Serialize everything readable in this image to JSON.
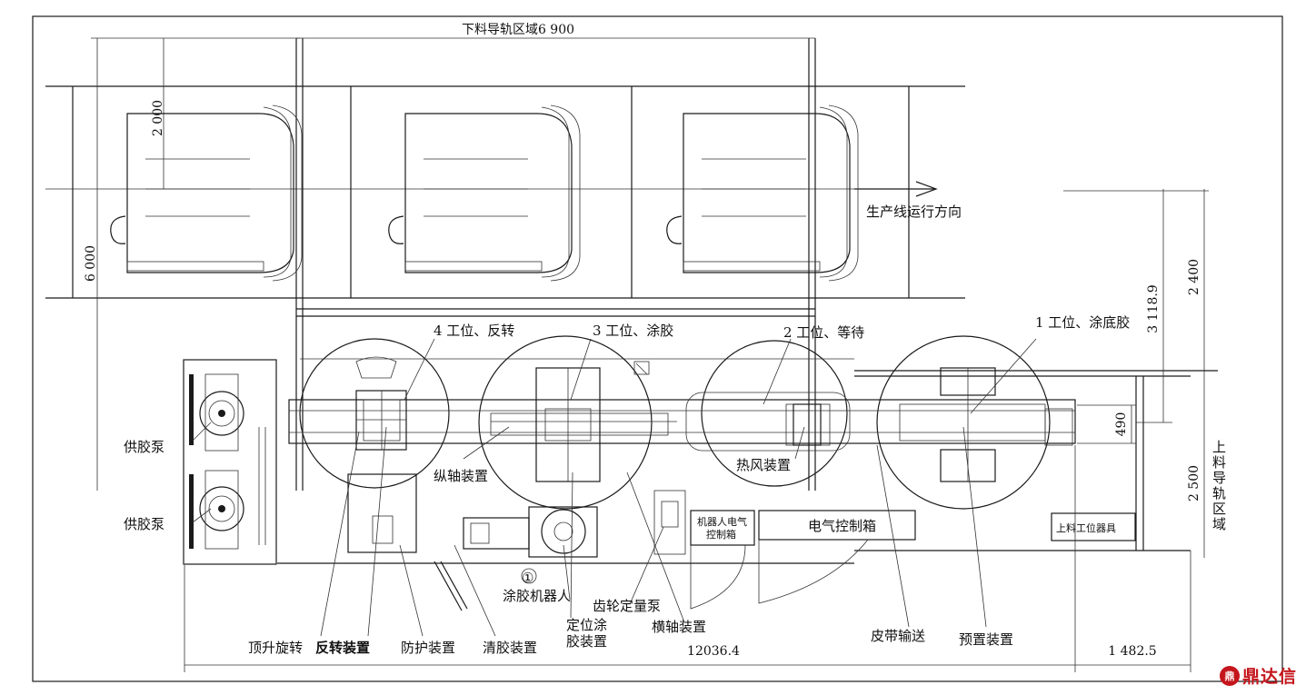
{
  "dimensions": {
    "unload_rail": "下料导轨区域6 900",
    "d2000": "2 000",
    "d6000": "6 000",
    "d2400": "2 400",
    "d3118": "3 118.9",
    "d490": "490",
    "d2500": "2 500",
    "d12036": "12036.4",
    "d1482": "1 482.5"
  },
  "labels": {
    "direction": "生产线运行方向",
    "station4": "4 工位、反转",
    "station3": "3 工位、涂胶",
    "station2": "2 工位、等待",
    "station1": "1 工位、涂底胶",
    "pump1": "供胶泵",
    "pump2": "供胶泵",
    "long_axis": "纵轴装置",
    "hot_air": "热风装置",
    "robot_box_line1": "机器人电气",
    "robot_box_line2": "控制箱",
    "elec_box": "电气控制箱",
    "loading_fixture": "上料工位器具",
    "loading_rail_vertical": [
      "上",
      "料",
      "导",
      "轨",
      "区",
      "域"
    ],
    "circle_one": "①",
    "glue_robot": "涂胶机器人",
    "gear_pump": "齿轮定量泵",
    "pos_line1": "定位涂",
    "pos_line2": "胶装置",
    "cross_axis": "横轴装置",
    "belt": "皮带输送",
    "preset": "预置装置",
    "lift_rotate": "顶升旋转",
    "flip": "反转装置",
    "guard": "防护装置",
    "cleaner": "清胶装置"
  },
  "watermark": {
    "icon": "ding-icon",
    "text": "鼎达信",
    "color": "#c4161c"
  }
}
